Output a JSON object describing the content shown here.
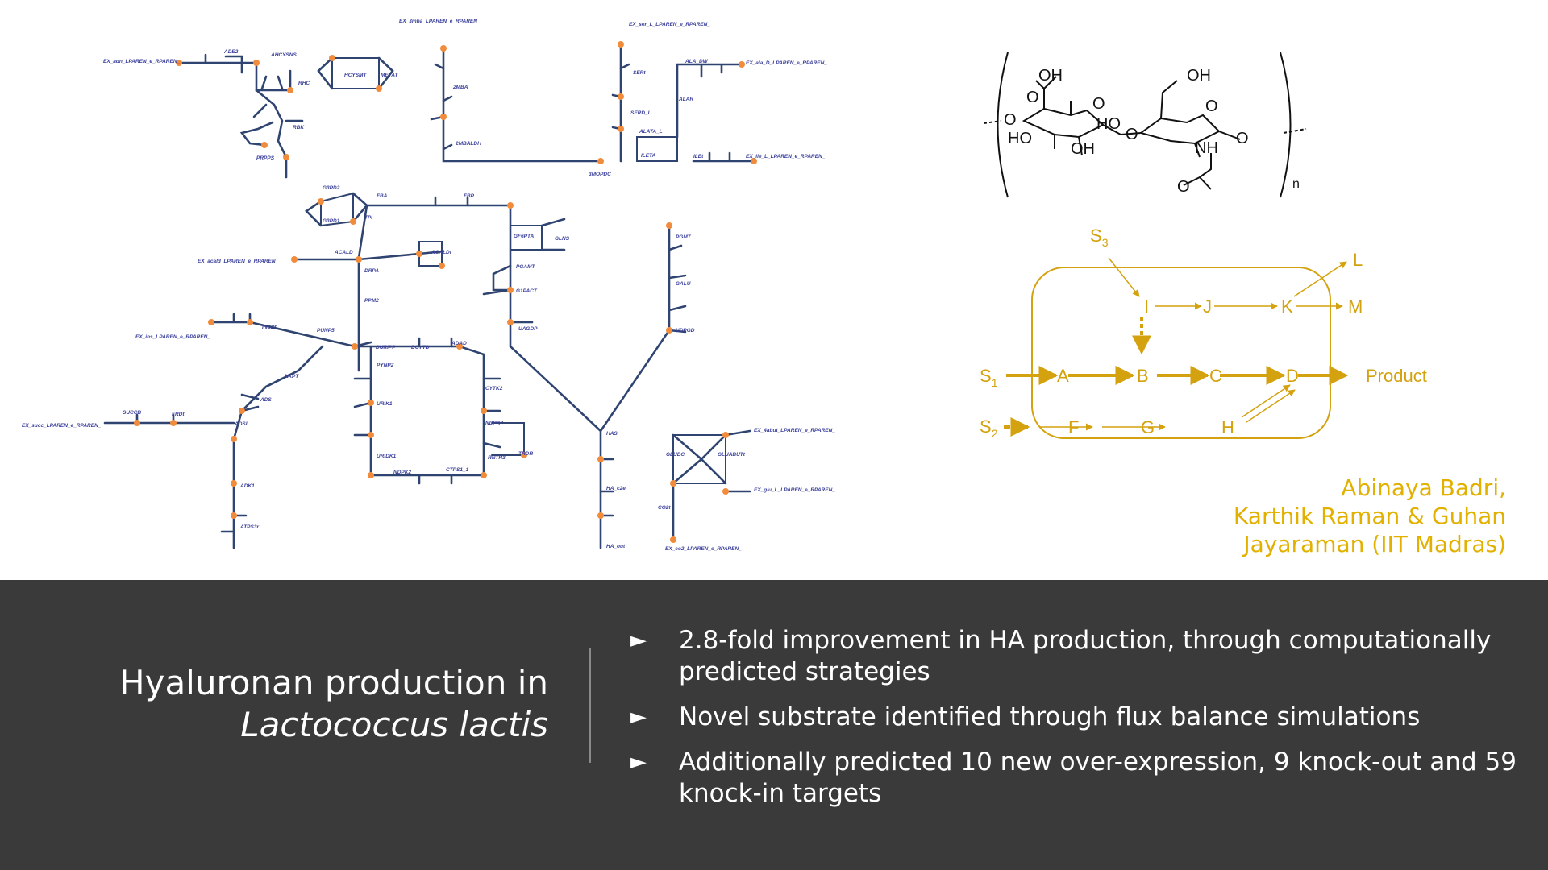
{
  "network": {
    "labels": {
      "ex_adn": "EX_adn_LPAREN_e_RPAREN_",
      "ade2": "ADE2",
      "ahcysns": "AHCYSNS",
      "rhc": "RHC",
      "hcysmt": "HCYSMT",
      "metat": "METAT",
      "rbk": "RBK",
      "prpps": "PRPPS",
      "ex_3mba": "EX_3mba_LPAREN_e_RPAREN_",
      "mba2": "2MBA",
      "mbaldh": "2MBALDH",
      "mopdc": "3MOPDC",
      "ex_ser": "EX_ser_L_LPAREN_e_RPAREN_",
      "sers": "SERt",
      "serd": "SERD_L",
      "alata": "ALATA_L",
      "ileta": "ILETA",
      "ala_dw": "ALA_DW",
      "alar": "ALAR",
      "ex_ala": "EX_ala_D_LPAREN_e_RPAREN_",
      "ex_ile": "EX_ile_L_LPAREN_e_RPAREN_",
      "ile": "ILEt",
      "g3pd2": "G3PD2",
      "g3pd1": "G3PD1",
      "fba": "FBA",
      "fbp": "FBP",
      "tpi": "TPI",
      "acald": "ACALD",
      "acaldt": "ACALDt",
      "drpa": "DRPA",
      "ppm2": "PPM2",
      "ex_acald": "EX_acald_LPAREN_e_RPAREN_",
      "gf6pta": "GF6PTA",
      "glns": "GLNS",
      "pgamt": "PGAMT",
      "g1pact": "G1PACT",
      "uagdp": "UAGDP",
      "pgmt": "PGMT",
      "galu": "GALU",
      "udpgd": "UDPGD",
      "ex_ins": "EX_ins_LPAREN_e_RPAREN_",
      "insd": "INSDt",
      "punp5": "PUNP5",
      "duripp": "DURIPP",
      "dcytd": "DCYTD",
      "adad": "ADAD",
      "pynp2": "PYNP2",
      "urik1": "URIK1",
      "uridk1": "URIDK1",
      "ndpk2": "NDPK2",
      "ctps1": "CTPS1_1",
      "cytk2": "CYTK2",
      "ndpk7": "NDPK7",
      "rntr3": "RNTR3",
      "trdr": "TRDR",
      "nxpt": "NXPT",
      "ads": "ADS",
      "adsl": "ADSL",
      "succb": "SUCCB",
      "frd": "FRDt",
      "ex_succ": "EX_succ_LPAREN_e_RPAREN_",
      "adk1": "ADK1",
      "atps": "ATPS3r",
      "has": "HAS",
      "ha_c2e": "HA_c2e",
      "ha_out": "HA_out",
      "gludc": "GLUDC",
      "glabut": "GLUABUTt",
      "co2t": "CO2t",
      "ex_4abut": "EX_4abut_LPAREN_e_RPAREN_",
      "ex_glu": "EX_glu_L_LPAREN_e_RPAREN_",
      "ex_co2": "EX_co2_LPAREN_e_RPAREN_"
    }
  },
  "molecule": {
    "atoms": [
      "OH",
      "O",
      "O",
      "O",
      "HO",
      "OH",
      "HO",
      "O",
      "O",
      "OH",
      "O",
      "NH",
      "O"
    ],
    "subscript": "n"
  },
  "scheme": {
    "nodes": [
      "S",
      "I",
      "J",
      "K",
      "L",
      "M",
      "S",
      "A",
      "B",
      "C",
      "D",
      "Product",
      "S",
      "F",
      "G",
      "H"
    ],
    "subs": [
      "3",
      "1",
      "2"
    ],
    "color": "#d4a20f"
  },
  "authors": {
    "line1": "Abinaya Badri,",
    "line2": "Karthik Raman & Guhan",
    "line3": "Jayaraman (IIT Madras)"
  },
  "title": {
    "line1": "Hyaluronan production in",
    "line2": "Lactococcus lactis"
  },
  "bullets": [
    {
      "arrow": "►",
      "text": "2.8-fold improvement in HA production, through computationally predicted strategies"
    },
    {
      "arrow": "►",
      "text": "Novel substrate identified through flux balance simulations"
    },
    {
      "arrow": "►",
      "text": "Additionally predicted 10 new over-expression, 9 knock-out and 59 knock-in targets"
    }
  ],
  "colors": {
    "bottom_bg": "#3a3a3a",
    "network_line": "#2f4470",
    "node": "#f08c3c",
    "accent": "#e2b100"
  }
}
